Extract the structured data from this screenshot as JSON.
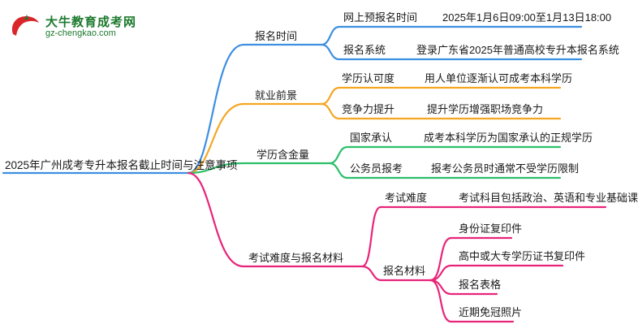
{
  "logo": {
    "title": "大牛教育成考网",
    "url": "gz-chengkao.com",
    "badge_text": "大牛"
  },
  "colors": {
    "blue": "#3d8fe0",
    "orange": "#f5a623",
    "green": "#2bbf6a",
    "pink": "#e8247a",
    "brand_green": "#1d7a2e",
    "brand_red": "#d9262b"
  },
  "root": {
    "label": "2025年广州成考专升本报名截止时间与注意事项"
  },
  "branches": [
    {
      "label": "报名时间",
      "children": [
        {
          "label": "网上预报名时间",
          "detail": "2025年1月6日09:00至1月13日18:00"
        },
        {
          "label": "报名系统",
          "detail": "登录广东省2025年普通高校专升本报名系统"
        }
      ]
    },
    {
      "label": "就业前景",
      "children": [
        {
          "label": "学历认可度",
          "detail": "用人单位逐渐认可成考本科学历"
        },
        {
          "label": "竞争力提升",
          "detail": "提升学历增强职场竞争力"
        }
      ]
    },
    {
      "label": "学历含金量",
      "children": [
        {
          "label": "国家承认",
          "detail": "成考本科学历为国家承认的正规学历"
        },
        {
          "label": "公务员报考",
          "detail": "报考公务员时通常不受学历限制"
        }
      ]
    },
    {
      "label": "考试难度与报名材料",
      "children": [
        {
          "label": "考试难度",
          "detail": "考试科目包括政治、英语和专业基础课"
        },
        {
          "label": "报名材料",
          "items": [
            "身份证复印件",
            "高中或大专学历证书复印件",
            "报名表格",
            "近期免冠照片"
          ]
        }
      ]
    }
  ]
}
